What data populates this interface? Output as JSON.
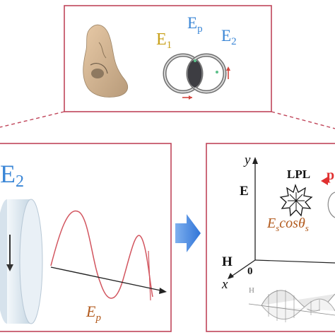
{
  "top_panel": {
    "label_e1": "E",
    "label_e1_sub": "1",
    "label_ep": "E",
    "label_ep_sub": "p",
    "label_e2": "E",
    "label_e2_sub": "2"
  },
  "left_panel": {
    "label_e2": "E",
    "label_e2_sub": "2",
    "label_ep": "E",
    "label_ep_sub": "p"
  },
  "right_panel": {
    "axis_y": "y",
    "axis_x": "x",
    "axis_e": "E",
    "axis_h": "H",
    "origin": "0",
    "lpl_label": "LPL",
    "formula_main": "E",
    "formula_sub": "s",
    "formula_tail": "cos",
    "formula_theta": "θ",
    "formula_theta_sub": "s",
    "cut_label": "p",
    "wave_h": "H"
  },
  "colors": {
    "frame": "#c0455a",
    "gold": "#c8a019",
    "blue": "#3a86d6",
    "orange_brown": "#b25a1d",
    "wave": "#d2555f",
    "arrow_blue": "#2f74d8",
    "ring": "#6f6f6f",
    "lens_dark": "#3d3d42"
  }
}
